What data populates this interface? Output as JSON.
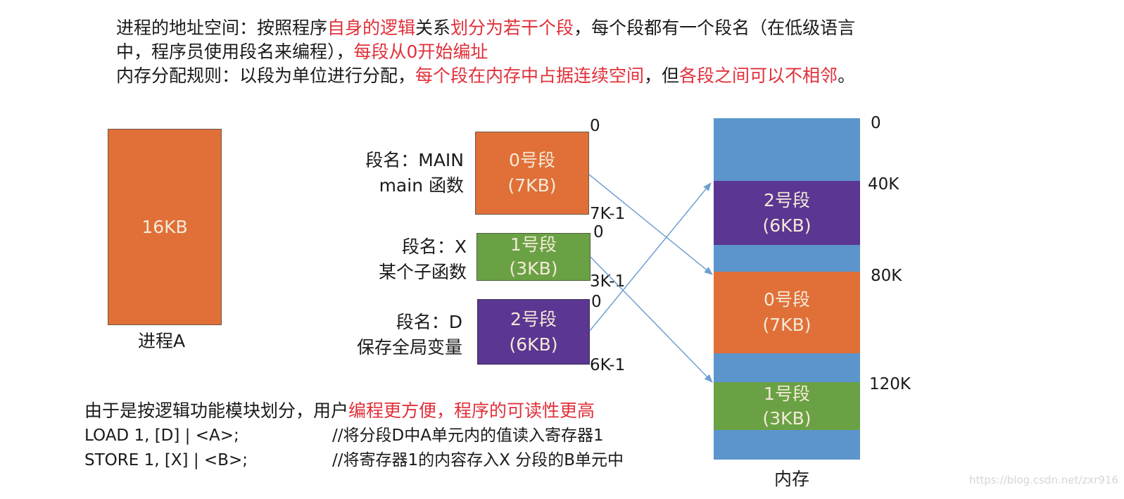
{
  "intro": {
    "line1": [
      {
        "t": "进程的地址空间：按照程序",
        "red": false
      },
      {
        "t": "自身的逻辑",
        "red": true
      },
      {
        "t": "关系",
        "red": false
      },
      {
        "t": "划分为若干个段",
        "red": true
      },
      {
        "t": "，每个段都有一个段名（在低级语言",
        "red": false
      }
    ],
    "line2": [
      {
        "t": "中，程序员使用段名来编程），",
        "red": false
      },
      {
        "t": "每段从0开始编址",
        "red": true
      }
    ],
    "line3": [
      {
        "t": "内存分配规则：以段为单位进行分配，",
        "red": false
      },
      {
        "t": "每个段在内存中占据连续空间",
        "red": true
      },
      {
        "t": "，但",
        "red": false
      },
      {
        "t": "各段之间可以不相邻",
        "red": true
      },
      {
        "t": "。",
        "red": false
      }
    ]
  },
  "process": {
    "size": "16KB",
    "label": "进程A"
  },
  "segments": [
    {
      "name_line": "段名：MAIN",
      "desc": "main 函数",
      "title": "0号段",
      "size": "(7KB)",
      "start": "0",
      "end": "7K-1"
    },
    {
      "name_line": "段名：X",
      "desc": "某个子函数",
      "title": "1号段",
      "size": "(3KB)",
      "start": "0",
      "end": "3K-1"
    },
    {
      "name_line": "段名：D",
      "desc": "保存全局变量",
      "title": "2号段",
      "size": "(6KB)",
      "start": "0",
      "end": "6K-1"
    }
  ],
  "memory": {
    "label": "内存",
    "addresses": [
      "0",
      "40K",
      "80K",
      "120K"
    ],
    "blocks": [
      {
        "title": "2号段",
        "size": "(6KB)"
      },
      {
        "title": "0号段",
        "size": "(7KB)"
      },
      {
        "title": "1号段",
        "size": "(3KB)"
      }
    ]
  },
  "bottom": {
    "line1": [
      {
        "t": "由于是按逻辑功能模块划分，用户",
        "red": false
      },
      {
        "t": "编程更方便，程序的可读性更高",
        "red": true
      }
    ],
    "code": [
      {
        "instr": "LOAD 1, [D] | <A>;",
        "comment": "//将分段D中A单元内的值读入寄存器1"
      },
      {
        "instr": "STORE 1, [X] | <B>;",
        "comment": "//将寄存器1的内容存入X 分段的B单元中"
      }
    ]
  },
  "watermark": "https://blog.csdn.net/zxr916",
  "colors": {
    "orange": "#e07038",
    "green": "#6aa144",
    "purple": "#5b3692",
    "blue": "#5b95cc",
    "red": "#e0303a",
    "arrow": "#6f9fd0"
  }
}
